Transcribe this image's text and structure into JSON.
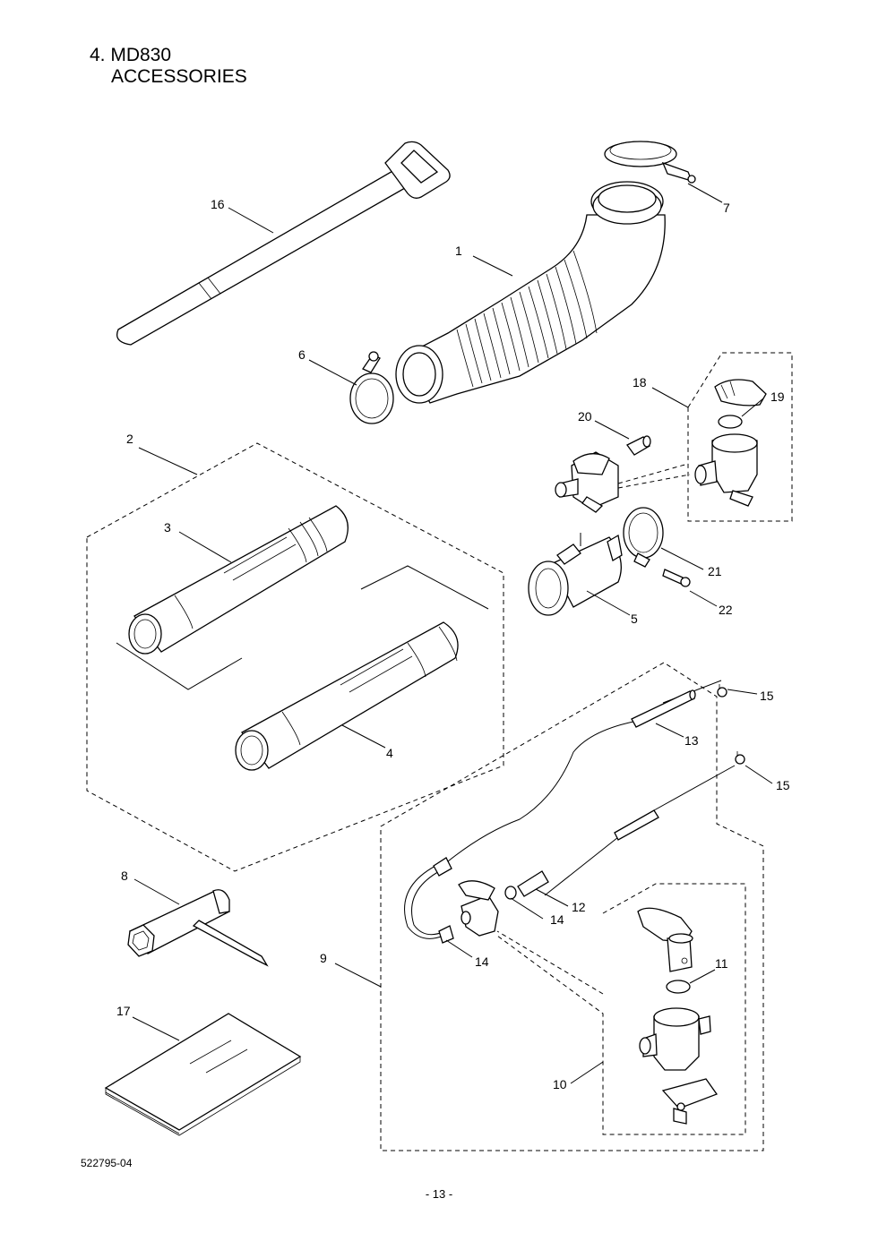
{
  "header": {
    "line1": "4. MD830",
    "line2": "ACCESSORIES"
  },
  "footer": {
    "code": "522795-04",
    "page": "- 13 -"
  },
  "callouts": [
    "1",
    "2",
    "3",
    "4",
    "5",
    "6",
    "7",
    "8",
    "9",
    "10",
    "11",
    "12",
    "13",
    "14",
    "14",
    "15",
    "15",
    "16",
    "17",
    "18",
    "19",
    "20",
    "21",
    "22"
  ]
}
